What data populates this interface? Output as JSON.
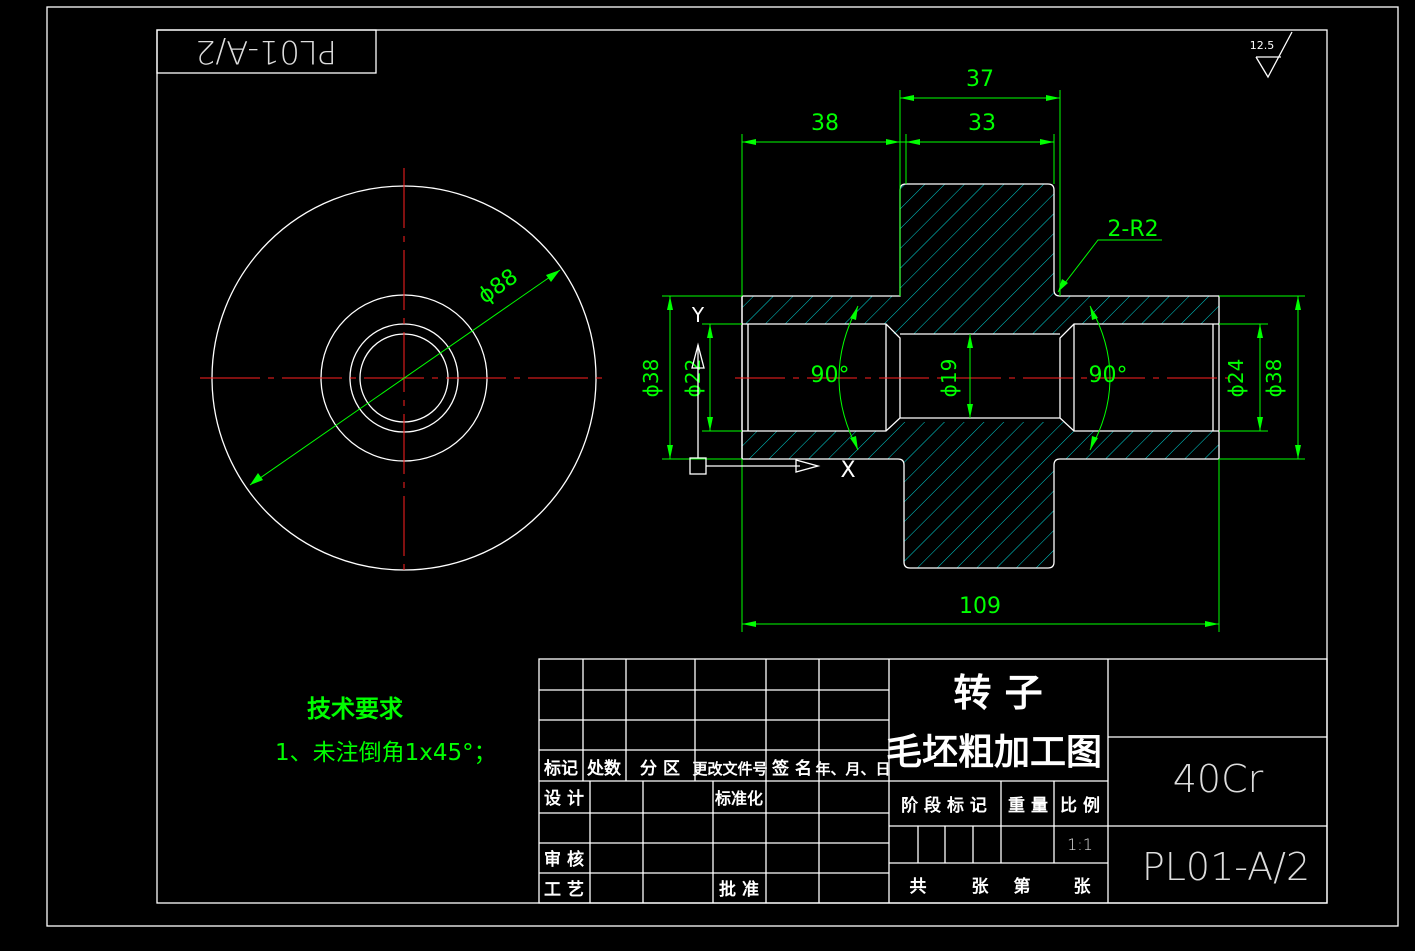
{
  "colors": {
    "background": "#000000",
    "outline": "#ffffff",
    "dimension": "#00ff00",
    "centerline": "#ff2020",
    "hatch": "#00d2d2"
  },
  "drawing_no_stamp": "PL01-A/2",
  "roughness": "12.5",
  "left_view": {
    "dia_label": "ϕ88"
  },
  "main_view": {
    "dims": {
      "d37": "37",
      "d38": "38",
      "d33": "33",
      "r2": "2-R2",
      "d109": "109",
      "phi38_left": "ϕ38",
      "phi22": "ϕ22",
      "phi19": "ϕ19",
      "phi24": "ϕ24",
      "phi38_right": "ϕ38",
      "angle_left": "90°",
      "angle_right": "90°"
    },
    "axis_y": "Y",
    "axis_x": "X"
  },
  "tech_req": {
    "title": "技术要求",
    "item1": "1、未注倒角1x45°；"
  },
  "title_block": {
    "part_name": "转 子",
    "drawing_title": "毛坯粗加工图",
    "material": "40Cr",
    "drawing_number": "PL01-A/2",
    "scale": "1:1",
    "rev_headers": [
      "标记",
      "处数",
      "分 区",
      "更改文件号",
      "签 名",
      "年、月、日"
    ],
    "design": "设 计",
    "standardize": "标准化",
    "review": "审 核",
    "process": "工 艺",
    "approve": "批 准",
    "stage_mark": "阶 段 标 记",
    "weight": "重 量",
    "ratio": "比 例",
    "total": "共",
    "sheets1": "张",
    "page": "第",
    "sheets2": "张"
  }
}
